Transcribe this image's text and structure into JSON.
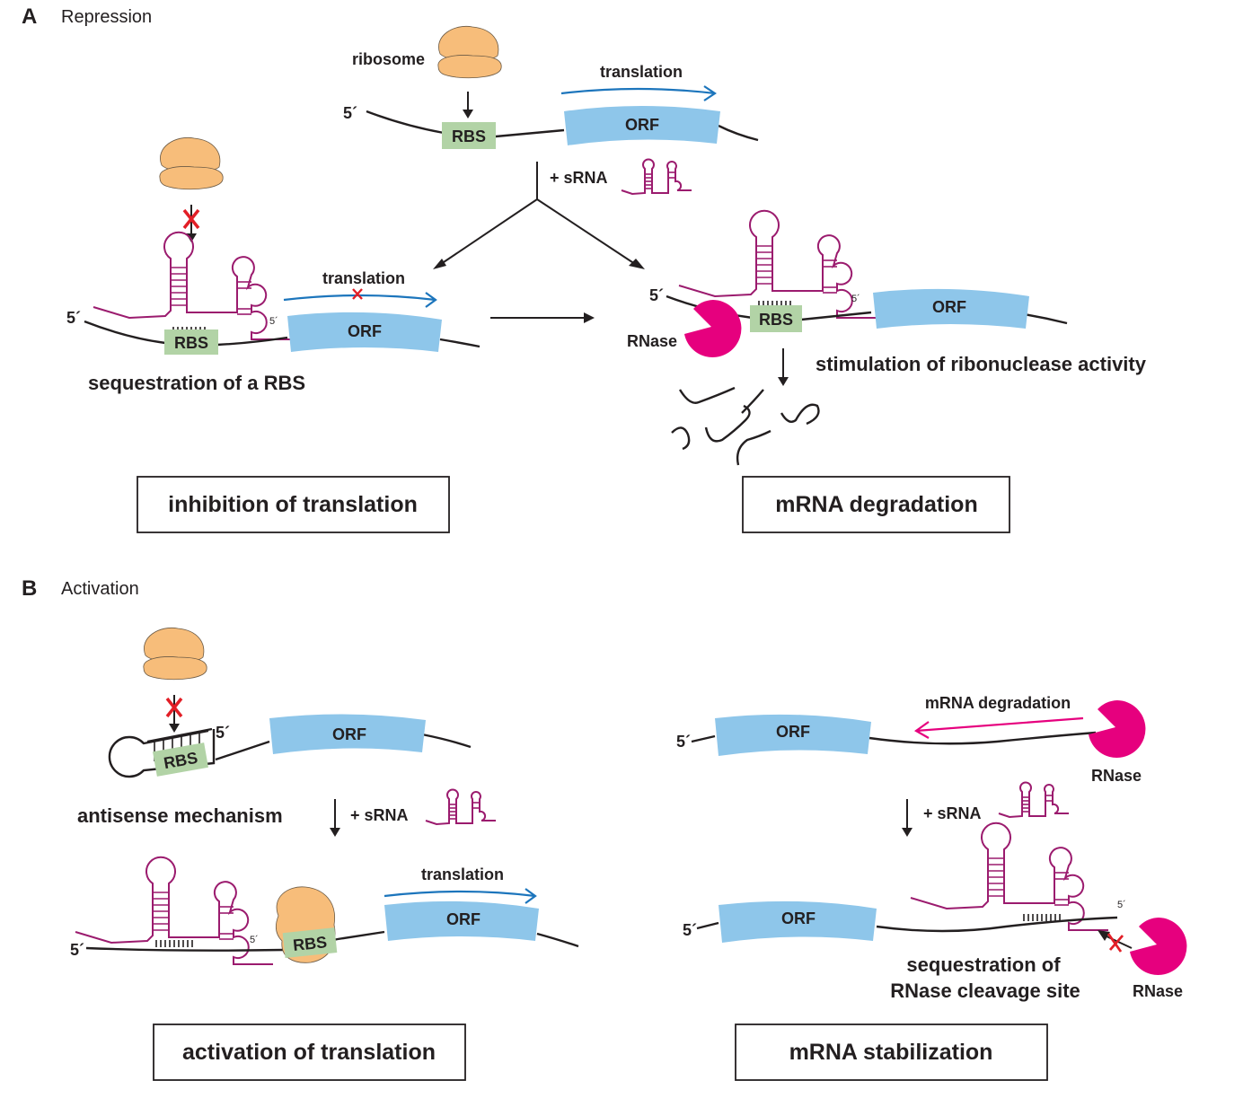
{
  "panel_a": {
    "letter": "A",
    "title": "Repression",
    "top": {
      "ribosome_label": "ribosome",
      "five_prime": "5´",
      "rbs_label": "RBS",
      "orf_label": "ORF",
      "translation_label": "translation",
      "add_srna_label": "+ sRNA"
    },
    "left": {
      "five_prime": "5´",
      "srna_five_prime": "5´",
      "rbs_label": "RBS",
      "orf_label": "ORF",
      "translation_label": "translation",
      "caption": "sequestration of a RBS",
      "box_label": "inhibition of translation"
    },
    "right": {
      "five_prime": "5´",
      "srna_five_prime": "5´",
      "rnase_label": "RNase",
      "rbs_label": "RBS",
      "orf_label": "ORF",
      "caption": "stimulation of ribonuclease activity",
      "box_label": "mRNA degradation"
    }
  },
  "panel_b": {
    "letter": "B",
    "title": "Activation",
    "left": {
      "hairpin_five_prime": "5´",
      "rbs_label": "RBS",
      "orf_label": "ORF",
      "caption": "antisense mechanism",
      "add_srna_label": "+ sRNA",
      "five_prime": "5´",
      "srna_five_prime": "5´",
      "rbs_label_2": "RBS",
      "orf_label_2": "ORF",
      "translation_label": "translation",
      "box_label": "activation of translation"
    },
    "right": {
      "five_prime": "5´",
      "orf_label": "ORF",
      "degradation_label": "mRNA degradation",
      "rnase_label": "RNase",
      "add_srna_label": "+ sRNA",
      "five_prime_2": "5´",
      "orf_label_2": "ORF",
      "srna_five_prime": "5´",
      "caption_line1": "sequestration of",
      "caption_line2": "RNase cleavage site",
      "rnase_label_2": "RNase",
      "box_label": "mRNA stabilization"
    }
  },
  "colors": {
    "orf": "#8ec6ea",
    "rbs": "#b2d3a6",
    "ribosome": "#f7bd7a",
    "srna": "#9b1b6e",
    "rnase": "#e6007e",
    "translation_arrow": "#1c75bc",
    "block_x": "#e21e26"
  }
}
